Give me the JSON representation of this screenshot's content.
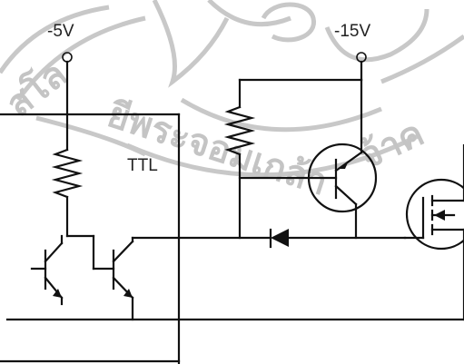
{
  "labels": {
    "supply_left": "-5V",
    "supply_right": "-15V",
    "block": "TTL"
  },
  "watermark": {
    "text_left": "สโล",
    "text_mid_left": "ยีพระจอมเกล้า",
    "text_right": "จ้าค"
  },
  "colors": {
    "wire": "#111111",
    "watermark": "#c4c4c4",
    "background": "#ffffff"
  }
}
